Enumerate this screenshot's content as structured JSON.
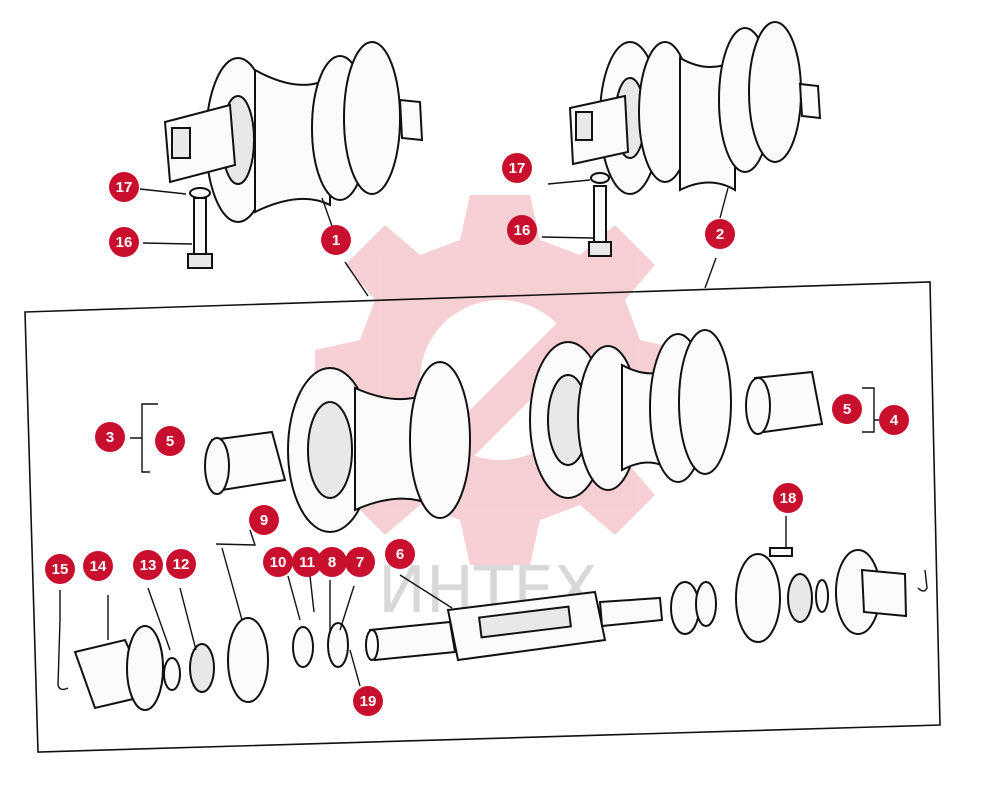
{
  "watermark": {
    "text": "ИНТЕХ",
    "color": "#d62b3a"
  },
  "callout_color": "#c8102e",
  "callouts": [
    {
      "id": "c1",
      "label": "1"
    },
    {
      "id": "c2",
      "label": "2"
    },
    {
      "id": "c3",
      "label": "3"
    },
    {
      "id": "c4",
      "label": "4"
    },
    {
      "id": "c5a",
      "label": "5"
    },
    {
      "id": "c5b",
      "label": "5"
    },
    {
      "id": "c6",
      "label": "6"
    },
    {
      "id": "c7",
      "label": "7"
    },
    {
      "id": "c8",
      "label": "8"
    },
    {
      "id": "c9",
      "label": "9"
    },
    {
      "id": "c10",
      "label": "10"
    },
    {
      "id": "c11",
      "label": "11"
    },
    {
      "id": "c12",
      "label": "12"
    },
    {
      "id": "c13",
      "label": "13"
    },
    {
      "id": "c14",
      "label": "14"
    },
    {
      "id": "c15",
      "label": "15"
    },
    {
      "id": "c16a",
      "label": "16"
    },
    {
      "id": "c16b",
      "label": "16"
    },
    {
      "id": "c17a",
      "label": "17"
    },
    {
      "id": "c17b",
      "label": "17"
    },
    {
      "id": "c18",
      "label": "18"
    },
    {
      "id": "c19",
      "label": "19"
    }
  ]
}
